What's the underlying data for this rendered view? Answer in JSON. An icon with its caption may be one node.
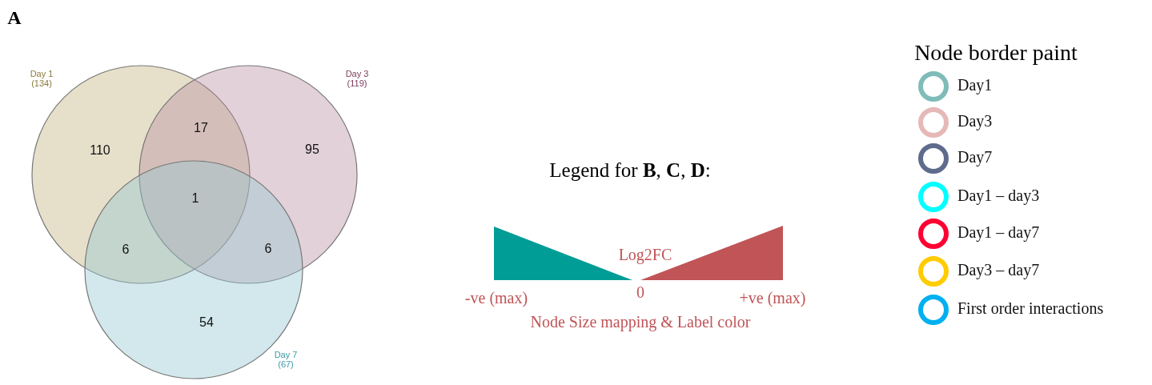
{
  "diagram": {
    "nodes": [
      {
        "text": [
          "Day 1 (134)"
        ]
      },
      {
        "text": [
          "Day 3 (119)"
        ]
      },
      {
        "text": [
          "Day 7 (67)"
        ]
      }
    ],
    "edges": [],
    "labels": [
      "A",
      "110",
      "17",
      "95",
      "1",
      "6",
      "6",
      "54",
      "Legend for **B**, **C**, **D**:",
      "Log2FC",
      "-ve (max)",
      "0",
      "+ve (max)",
      "Node Size mapping & Label color",
      "Node border paint"
    ],
    "legend": [
      {
        "text": "Day1",
        "color": "#7fbcb9"
      },
      {
        "text": "Day3",
        "color": "#e6b8b8"
      },
      {
        "text": "Day7",
        "color": "#5f6b8c"
      },
      {
        "text": "Day1 – day3",
        "color": "#00ffff"
      },
      {
        "text": "Day1 – day7",
        "color": "#ff0033"
      },
      {
        "text": "Day3 – day7",
        "color": "#ffcc00"
      },
      {
        "text": "First order interactions",
        "color": "#00b0f0"
      }
    ]
  }
}
